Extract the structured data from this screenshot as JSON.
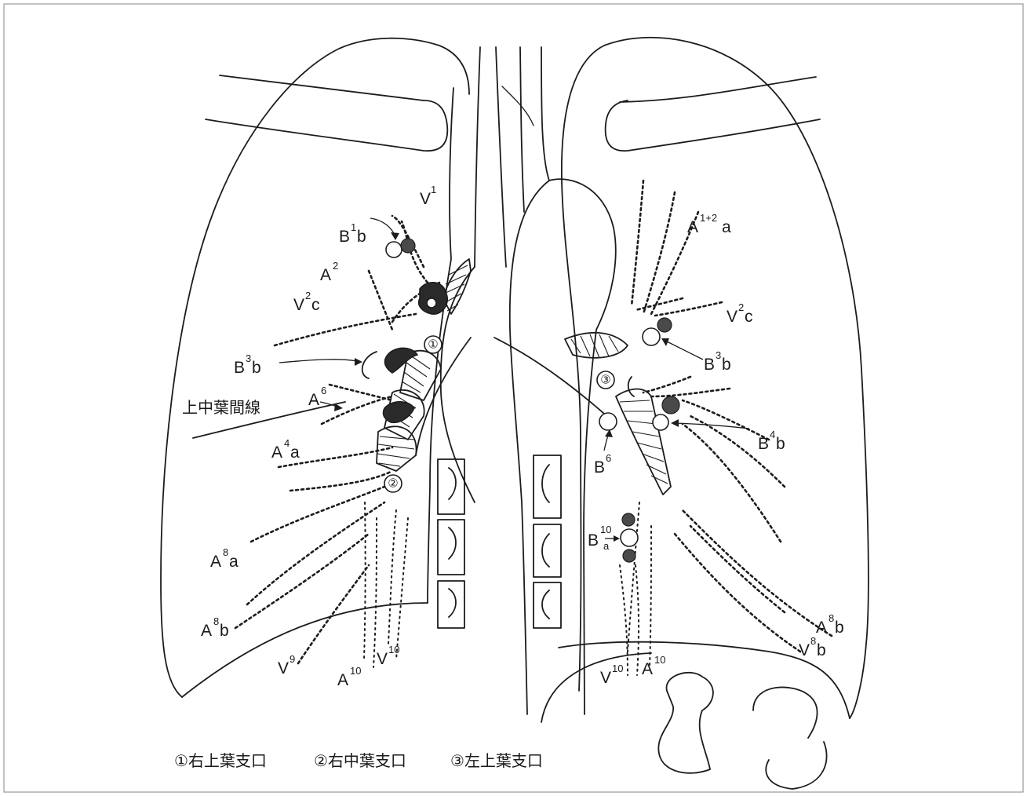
{
  "labels": {
    "V1": {
      "base": "V",
      "sup": "1"
    },
    "B1b": {
      "base": "B",
      "sup": "1",
      "tail": "b"
    },
    "A2": {
      "base": "A",
      "sup": "2"
    },
    "V2c_right": {
      "base": "V",
      "sup": "2",
      "tail": "c"
    },
    "B3b_right": {
      "base": "B",
      "sup": "3",
      "tail": "b"
    },
    "A6": {
      "base": "A",
      "sup": "6"
    },
    "A4a": {
      "base": "A",
      "sup": "4",
      "tail": "a"
    },
    "A8a": {
      "base": "A",
      "sup": "8",
      "tail": "a"
    },
    "A8b_right": {
      "base": "A",
      "sup": "8",
      "tail": "b"
    },
    "V9": {
      "base": "V",
      "sup": "9"
    },
    "A10_right": {
      "base": "A",
      "sup": "10"
    },
    "V10_right": {
      "base": "V",
      "sup": "10"
    },
    "A12a": {
      "base": "A",
      "sup": "1+2",
      "tail": "a"
    },
    "V2c_left": {
      "base": "V",
      "sup": "2",
      "tail": "c"
    },
    "B3b_left": {
      "base": "B",
      "sup": "3",
      "tail": "b"
    },
    "B4b": {
      "base": "B",
      "sup": "4",
      "tail": "b"
    },
    "B6": {
      "base": "B",
      "sup": "6"
    },
    "B10a": {
      "base": "B",
      "sup": "10",
      "sub": "a"
    },
    "A8b_left": {
      "base": "A",
      "sup": "8",
      "tail": "b"
    },
    "V8b": {
      "base": "V",
      "sup": "8",
      "tail": "b"
    },
    "V10_left": {
      "base": "V",
      "sup": "10"
    },
    "A10_left": {
      "base": "A",
      "sup": "10"
    }
  },
  "fissure_label": "上中葉間線",
  "orifice_numbers": [
    "①",
    "②",
    "③"
  ],
  "legend": [
    {
      "num": "①",
      "text": "右上葉支口"
    },
    {
      "num": "②",
      "text": "右中葉支口"
    },
    {
      "num": "③",
      "text": "左上葉支口"
    }
  ]
}
